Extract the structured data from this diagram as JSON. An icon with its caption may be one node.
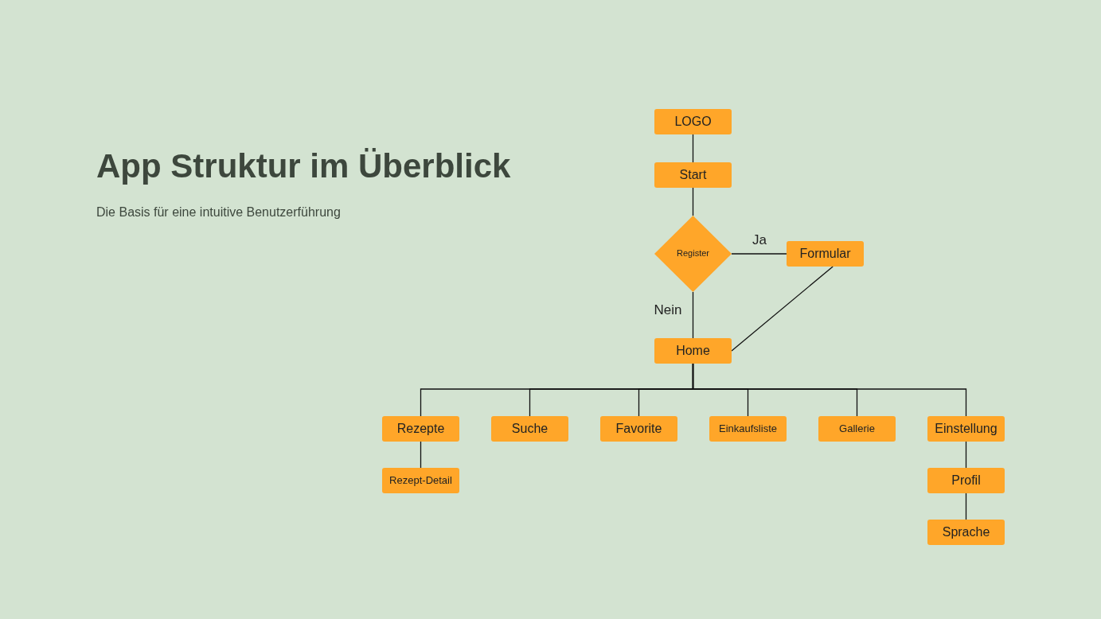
{
  "diagram": {
    "title": "App Struktur im Überblick",
    "nodes": [
      {
        "text": [
          "LOGO"
        ]
      },
      {
        "text": [
          "Start"
        ]
      },
      {
        "text": [
          "Register"
        ]
      },
      {
        "text": [
          "Formular"
        ]
      },
      {
        "text": [
          "Home"
        ]
      },
      {
        "text": [
          "Rezepte"
        ]
      },
      {
        "text": [
          "Suche"
        ]
      },
      {
        "text": [
          "Favorite"
        ]
      },
      {
        "text": [
          "Einkaufsliste"
        ]
      },
      {
        "text": [
          "Gallerie"
        ]
      },
      {
        "text": [
          "Einstellung"
        ]
      },
      {
        "text": [
          "Rezept-Detail"
        ]
      },
      {
        "text": [
          "Profil"
        ]
      },
      {
        "text": [
          "Sprache"
        ]
      }
    ],
    "edges": [
      {
        "from": 0,
        "to": 1,
        "arrow": "none"
      },
      {
        "from": 1,
        "to": 2,
        "arrow": "none"
      },
      {
        "from": 2,
        "to": 3,
        "arrow": "none",
        "label": "Ja"
      },
      {
        "from": 2,
        "to": 4,
        "arrow": "none",
        "label": "Nein"
      },
      {
        "from": 3,
        "to": 4,
        "arrow": "none"
      },
      {
        "from": 4,
        "to": 5,
        "arrow": "none"
      },
      {
        "from": 4,
        "to": 6,
        "arrow": "none"
      },
      {
        "from": 4,
        "to": 7,
        "arrow": "none"
      },
      {
        "from": 4,
        "to": 8,
        "arrow": "none"
      },
      {
        "from": 4,
        "to": 9,
        "arrow": "none"
      },
      {
        "from": 4,
        "to": 10,
        "arrow": "none"
      },
      {
        "from": 5,
        "to": 11,
        "arrow": "none"
      },
      {
        "from": 10,
        "to": 12,
        "arrow": "none"
      },
      {
        "from": 12,
        "to": 13,
        "arrow": "none"
      }
    ],
    "labels": [
      "Die Basis für eine intuitive Benutzerführung"
    ]
  }
}
